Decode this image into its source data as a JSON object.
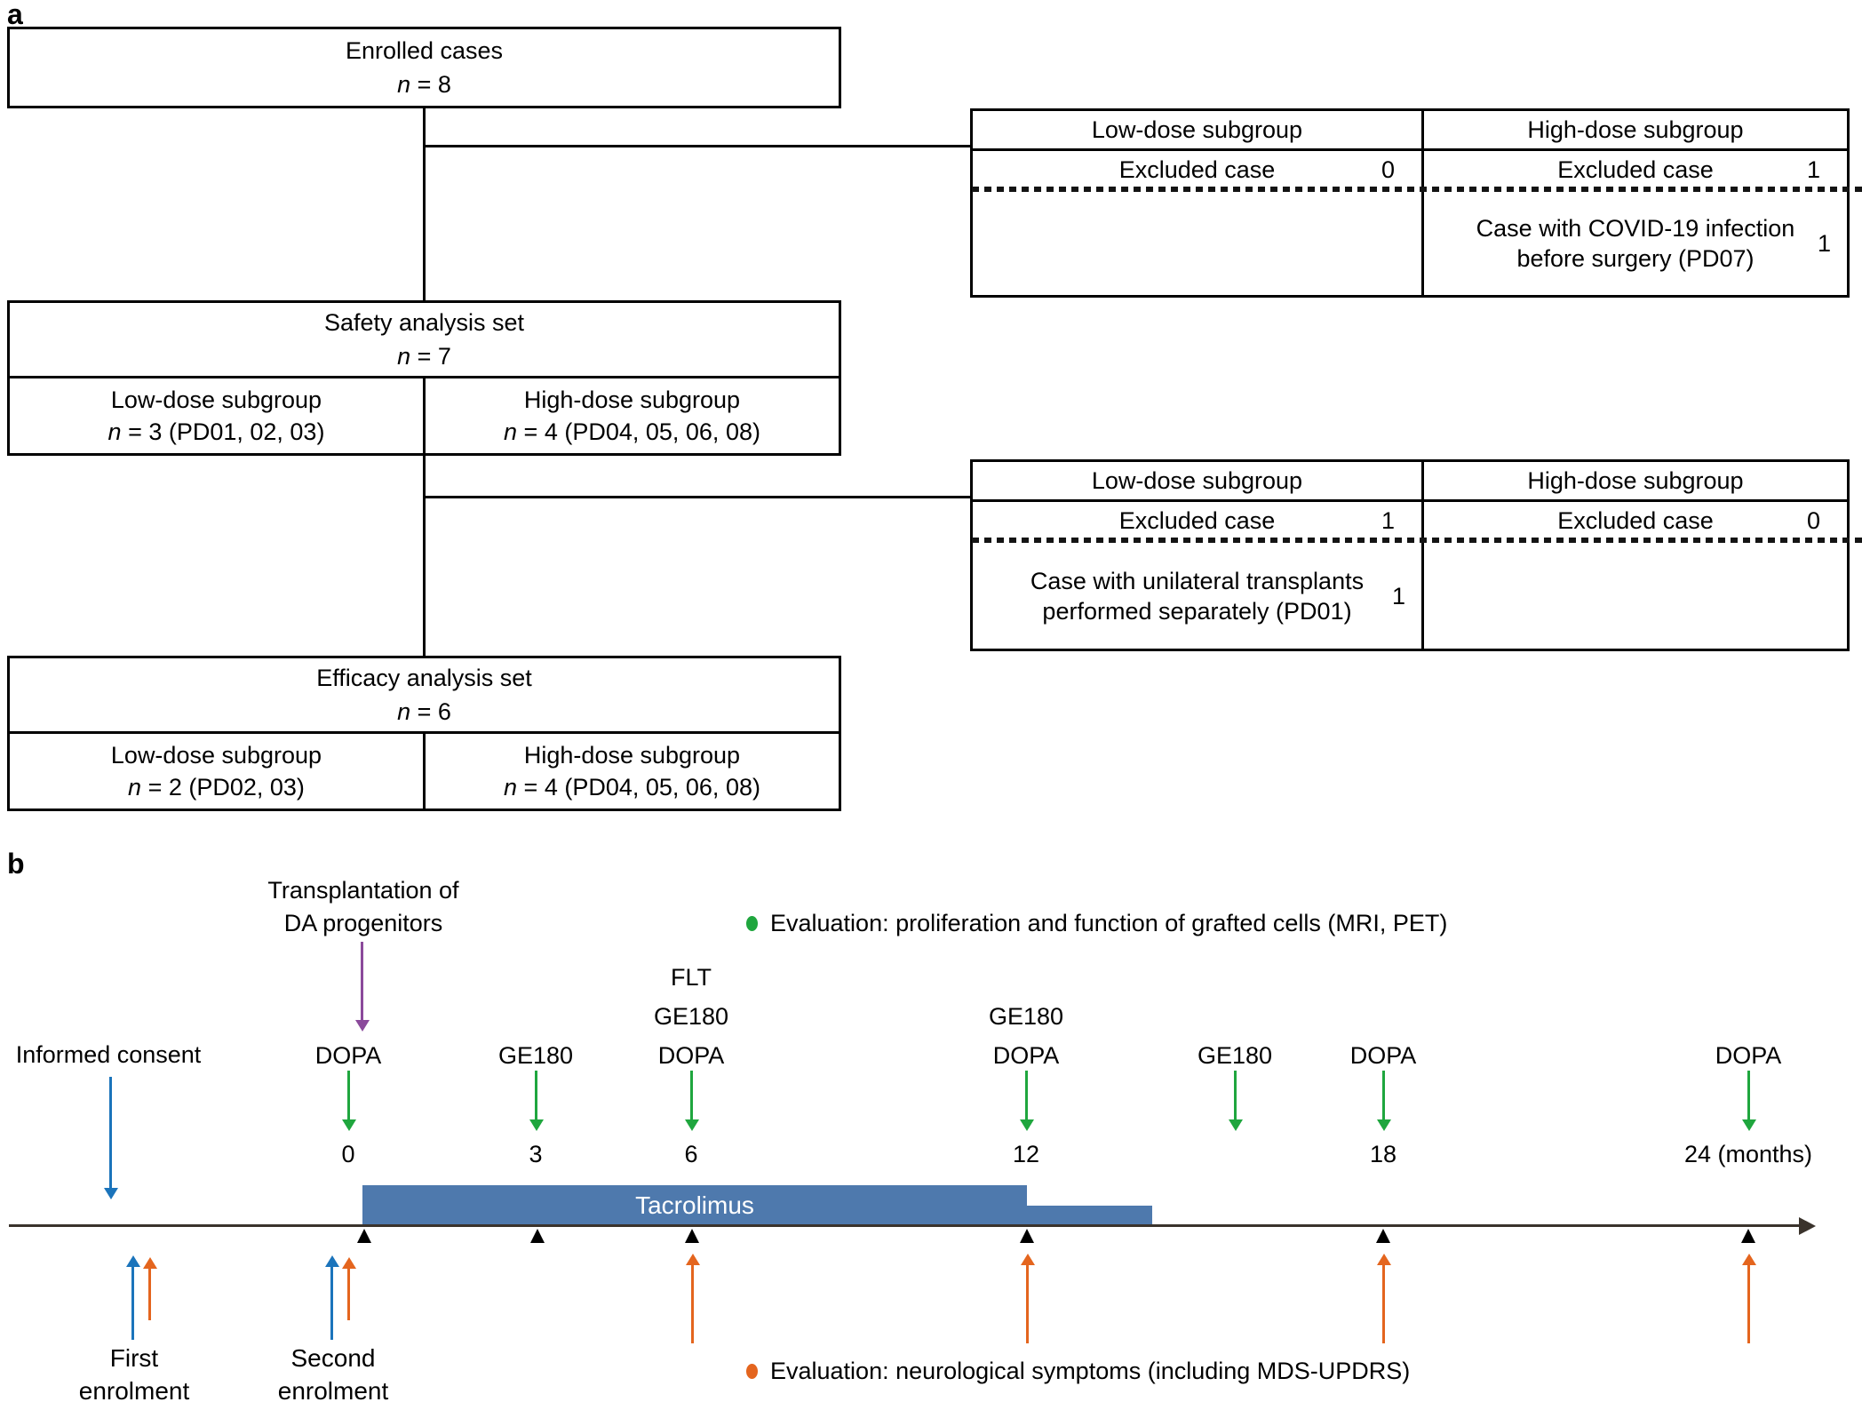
{
  "colors": {
    "green": "#1fa63e",
    "blue": "#1b74bb",
    "orange": "#e4651e",
    "purple": "#8b4a9b",
    "barblue": "#4e79ad",
    "axis": "#3a332c"
  },
  "panel_a": {
    "label": "a",
    "enrolled": {
      "title": "Enrolled cases",
      "n": "n = 8"
    },
    "exclusion_table_1": {
      "columns": [
        "Low-dose subgroup",
        "High-dose subgroup"
      ],
      "low": {
        "excluded_label": "Excluded case",
        "excluded_count": "0"
      },
      "high": {
        "excluded_label": "Excluded case",
        "excluded_count": "1",
        "reason_line1": "Case with COVID-19 infection",
        "reason_line2": "before surgery (PD07)",
        "reason_count": "1"
      }
    },
    "safety": {
      "title": "Safety analysis set",
      "n": "n = 7",
      "low": {
        "title": "Low-dose subgroup",
        "n": "n = 3 (PD01, 02, 03)"
      },
      "high": {
        "title": "High-dose subgroup",
        "n": "n = 4 (PD04, 05, 06, 08)"
      }
    },
    "exclusion_table_2": {
      "columns": [
        "Low-dose subgroup",
        "High-dose subgroup"
      ],
      "low": {
        "excluded_label": "Excluded case",
        "excluded_count": "1",
        "reason_line1": "Case with unilateral transplants",
        "reason_line2": "performed separately (PD01)",
        "reason_count": "1"
      },
      "high": {
        "excluded_label": "Excluded case",
        "excluded_count": "0"
      }
    },
    "efficacy": {
      "title": "Efficacy analysis set",
      "n": "n = 6",
      "low": {
        "title": "Low-dose subgroup",
        "n": "n = 2 (PD02, 03)"
      },
      "high": {
        "title": "High-dose subgroup",
        "n": "n = 4 (PD04, 05, 06, 08)"
      }
    }
  },
  "panel_b": {
    "label": "b",
    "transplant_line1": "Transplantation of",
    "transplant_line2": "DA progenitors",
    "informed_consent": "Informed consent",
    "eval_top": "Evaluation: proliferation and function of grafted cells (MRI, PET)",
    "eval_bottom": "Evaluation: neurological symptoms (including MDS-UPDRS)",
    "tacrolimus": "Tacrolimus",
    "events": [
      {
        "labels": [
          "DOPA"
        ],
        "month": "0"
      },
      {
        "labels": [
          "GE180"
        ],
        "month": "3"
      },
      {
        "labels": [
          "FLT",
          "GE180",
          "DOPA"
        ],
        "month": "6"
      },
      {
        "labels": [
          "GE180",
          "DOPA"
        ],
        "month": "12"
      },
      {
        "labels": [
          "GE180"
        ],
        "month": ""
      },
      {
        "labels": [
          "DOPA"
        ],
        "month": "18"
      },
      {
        "labels": [
          "DOPA"
        ],
        "month": "24 (months)"
      }
    ],
    "first_enrolment_line1": "First",
    "first_enrolment_line2": "enrolment",
    "second_enrolment_line1": "Second",
    "second_enrolment_line2": "enrolment"
  }
}
